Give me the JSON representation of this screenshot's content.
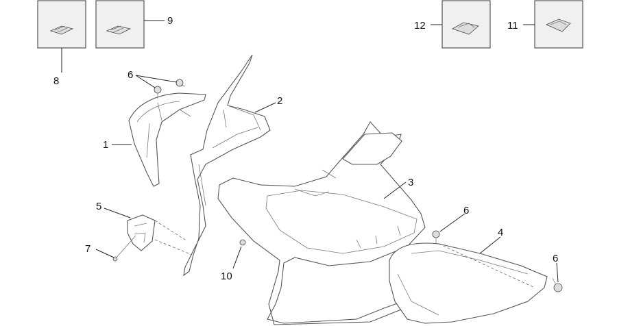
{
  "diagram": {
    "labels": {
      "l1": "1",
      "l2": "2",
      "l3": "3",
      "l4": "4",
      "l5": "5",
      "l6a": "6",
      "l6b": "6",
      "l6c": "6",
      "l7": "7",
      "l8": "8",
      "l9": "9",
      "l10": "10",
      "l11": "11",
      "l12": "12"
    }
  }
}
